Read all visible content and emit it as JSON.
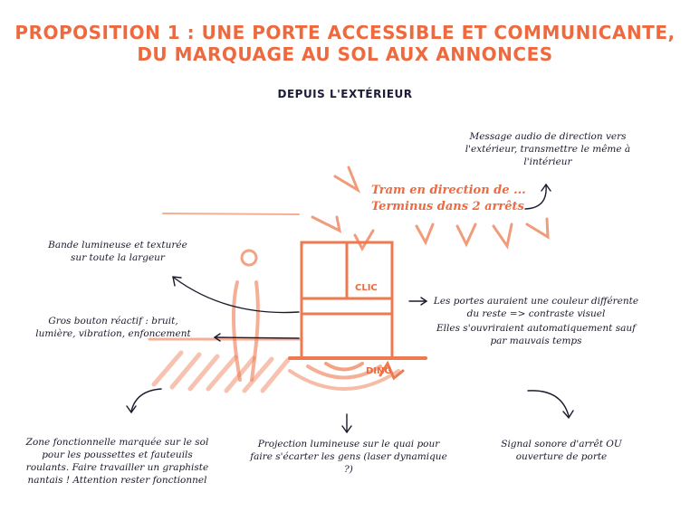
{
  "title": {
    "line1": "PROPOSITION 1 : UNE PORTE ACCESSIBLE ET COMMUNICANTE,",
    "line2": "DU MARQUAGE AU SOL AUX ANNONCES"
  },
  "subtitle": "DEPUIS L'EXTÉRIEUR",
  "annonce": {
    "line1": "Tram en direction de ...",
    "line2": "Terminus dans 2 arrêts"
  },
  "sketch_labels": {
    "clic": "CLIC",
    "ding": "DING"
  },
  "notes": {
    "message_audio": "Message audio de direction vers l'extérieur, transmettre le même à l'intérieur",
    "bande": "Bande lumineuse et texturée sur toute la largeur",
    "bouton": "Gros bouton réactif : bruit, lumière, vibration, enfoncement",
    "portes": "Les portes auraient une couleur différente du reste => contraste visuel",
    "portes2": "Elles s'ouvriraient automatiquement sauf par mauvais temps",
    "zone": "Zone fonctionnelle marquée sur le sol pour les poussettes et fauteuils roulants. Faire travailler un graphiste nantais ! Attention rester fonctionnel",
    "projection": "Projection lumineuse sur le quai pour faire s'écarter les gens (laser dynamique ?)",
    "signal": "Signal sonore d'arrêt OU ouverture de porte"
  },
  "colors": {
    "accent": "#ee6a3e",
    "ink": "#1a1a2e"
  }
}
